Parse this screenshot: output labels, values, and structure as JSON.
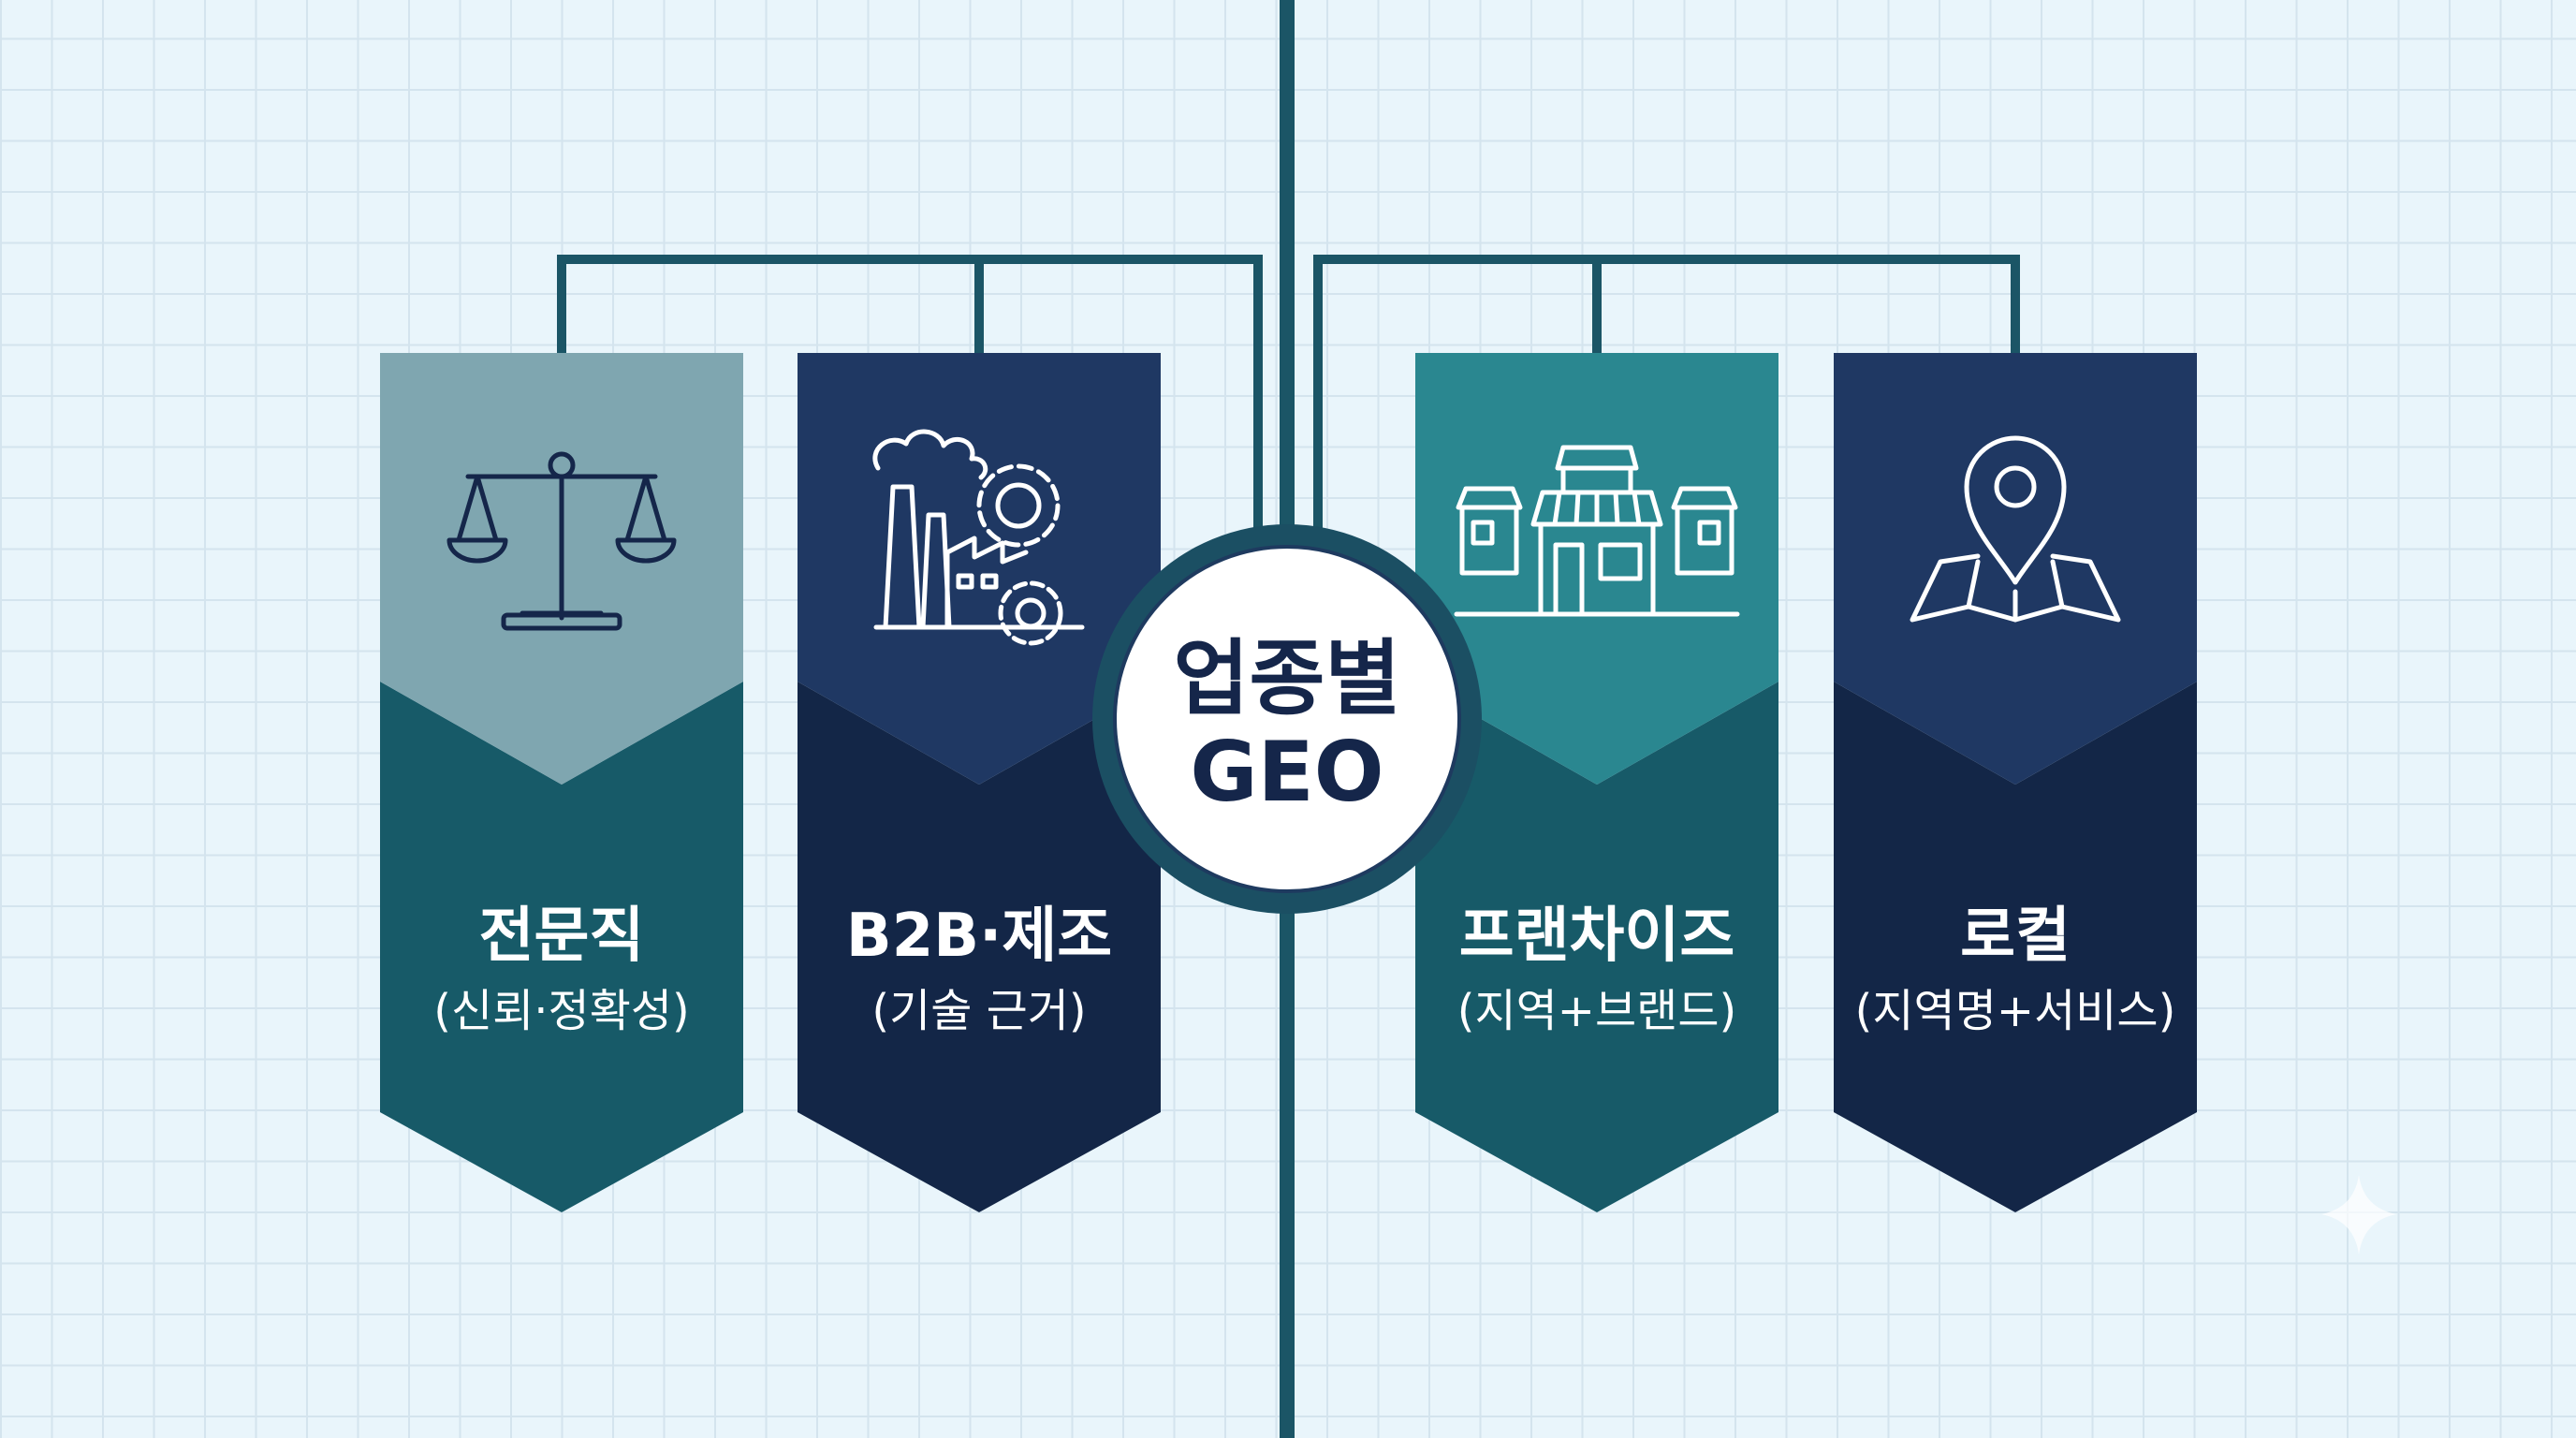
{
  "hub": {
    "line1": "업종별",
    "line2": "GEO"
  },
  "banners": [
    {
      "title": "전문직",
      "subtitle": "(신뢰·정확성)",
      "icon": "scales-of-justice-icon",
      "top_color": "#7fa6b0",
      "bottom_color": "#175a68"
    },
    {
      "title": "B2B·제조",
      "subtitle": "(기술 근거)",
      "icon": "factory-gears-icon",
      "top_color": "#1f3863",
      "bottom_color": "#132647"
    },
    {
      "title": "프랜차이즈",
      "subtitle": "(지역+브랜드)",
      "icon": "storefronts-icon",
      "top_color": "#2a8790",
      "bottom_color": "#175a68"
    },
    {
      "title": "로컬",
      "subtitle": "(지역명+서비스)",
      "icon": "map-pin-icon",
      "top_color": "#1f3863",
      "bottom_color": "#132647"
    }
  ],
  "colors": {
    "connector": "#1b5566",
    "hub_ring": "#1b4f63",
    "hub_fill": "#ffffff",
    "background": "#e9f5fb"
  }
}
